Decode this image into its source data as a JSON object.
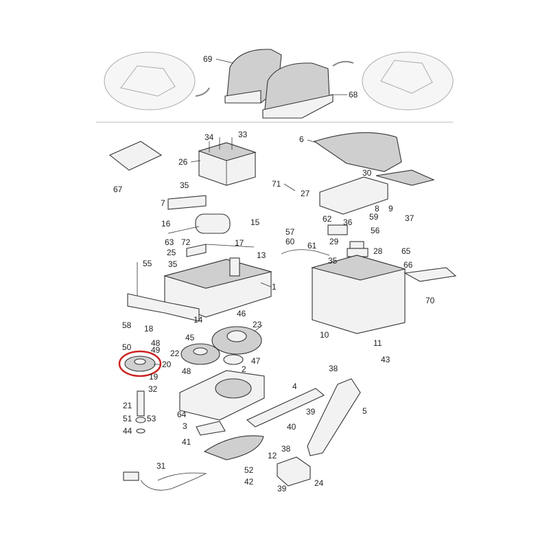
{
  "labels": [
    "69",
    "68",
    "6",
    "34",
    "33",
    "26",
    "67",
    "30",
    "27",
    "35",
    "71",
    "7",
    "9",
    "8",
    "62",
    "36",
    "59",
    "56",
    "16",
    "15",
    "57",
    "60",
    "37",
    "63",
    "72",
    "17",
    "25",
    "61",
    "29",
    "28",
    "13",
    "65",
    "55",
    "35",
    "35",
    "66",
    "1",
    "70",
    "10",
    "46",
    "23",
    "14",
    "58",
    "18",
    "45",
    "50",
    "48",
    "49",
    "22",
    "47",
    "20",
    "19",
    "48",
    "2",
    "38",
    "11",
    "43",
    "32",
    "21",
    "51",
    "53",
    "44",
    "64",
    "4",
    "39",
    "5",
    "3",
    "40",
    "41",
    "38",
    "12",
    "31",
    "52",
    "42",
    "39",
    "24"
  ],
  "colors": {
    "highlight": "#cc2222",
    "line": "#333333"
  }
}
